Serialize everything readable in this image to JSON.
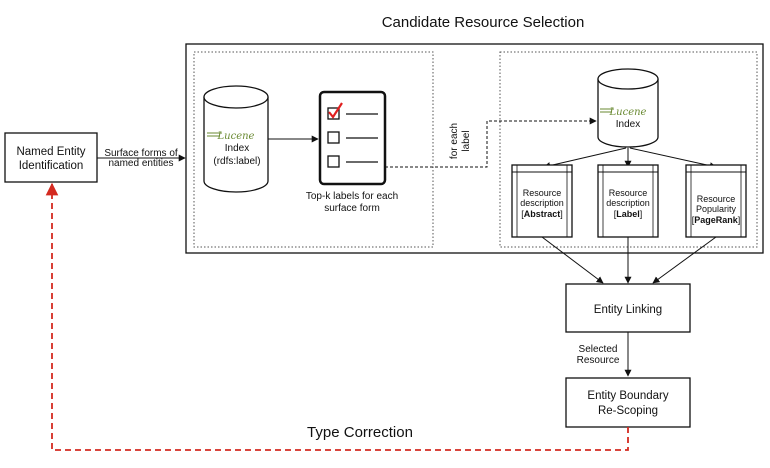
{
  "title": "Candidate Resource Selection",
  "ner_box": {
    "line1": "Named Entity",
    "line2": "Identification"
  },
  "edge_ner_to_index": {
    "line1": "Surface forms of",
    "line2": "named entities"
  },
  "index_left": {
    "logo": "Lucene",
    "line1": "Index",
    "line2": "(rdfs:label)"
  },
  "topk": {
    "line1": "Top-k labels for each",
    "line2": "surface form"
  },
  "for_each_label": {
    "line1": "for each",
    "line2": "label"
  },
  "index_right": {
    "logo": "Lucene",
    "line1": "Index"
  },
  "resources": [
    {
      "line1": "Resource",
      "line2": "description",
      "bold": "Abstract"
    },
    {
      "line1": "Resource",
      "line2": "description",
      "bold": "Label"
    },
    {
      "line1": "Resource",
      "line2": "Popularity",
      "bold": "PageRank"
    }
  ],
  "entity_linking": "Entity Linking",
  "selected_resource": {
    "line1": "Selected",
    "line2": "Resource"
  },
  "boundary": {
    "line1": "Entity Boundary",
    "line2": "Re-Scoping"
  },
  "type_correction": "Type Correction",
  "colors": {
    "feedback": "#d42a20",
    "check": "#e02020",
    "lucene": "#6a8a32"
  }
}
